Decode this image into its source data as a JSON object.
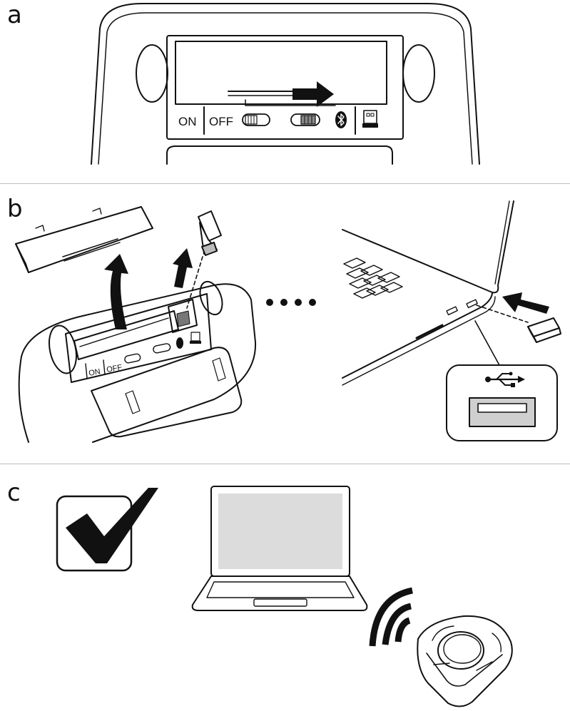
{
  "panels": {
    "a": {
      "letter": "a"
    },
    "b": {
      "letter": "b"
    },
    "c": {
      "letter": "c"
    }
  },
  "switch_labels": {
    "on": "ON",
    "off": "OFF"
  },
  "icons": {
    "bluetooth": "bluetooth-icon",
    "receiver": "usb-receiver-icon",
    "usb": "usb-symbol-icon",
    "check": "checkmark-icon",
    "wireless": "wireless-signal-icon"
  },
  "colors": {
    "line": "#111111",
    "screen": "#dcdcdc",
    "port": "#cfcfcf",
    "divider": "#bdbdbd"
  }
}
